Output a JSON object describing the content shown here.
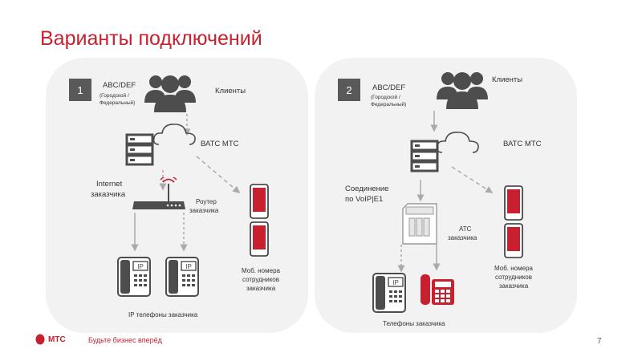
{
  "title": "Варианты подключений",
  "panel1": {
    "number": "1",
    "abcdef": "ABC/DEF",
    "abcdef_sub1": "(Городской /",
    "abcdef_sub2": "Федеральный)",
    "clients": "Клиенты",
    "vats": "ВАТС МТС",
    "internet1": "Internet",
    "internet2": "заказчика",
    "router1": "Роутер",
    "router2": "заказчика",
    "mobile1": "Моб. номера",
    "mobile2": "сотрудников",
    "mobile3": "заказчика",
    "phones": "IP телефоны заказчика",
    "ip_label": "IP"
  },
  "panel2": {
    "number": "2",
    "abcdef": "ABC/DEF",
    "abcdef_sub1": "(Городской /",
    "abcdef_sub2": "Федеральный)",
    "clients": "Клиенты",
    "vats": "ВАТС МТС",
    "conn1": "Соединение",
    "conn2": "по VoIP|E1",
    "ats1": "АТС",
    "ats2": "заказчика",
    "mobile1": "Моб. номера",
    "mobile2": "сотрудников",
    "mobile3": "заказчика",
    "phones": "Телефоны заказчика",
    "ip_label": "IP"
  },
  "footer": {
    "logo": "МТС",
    "slogan": "Будьте бизнес вперёд",
    "page": "7"
  },
  "colors": {
    "brand": "#c8202e",
    "icon": "#4d4d4d",
    "panel": "#f2f2f2"
  }
}
